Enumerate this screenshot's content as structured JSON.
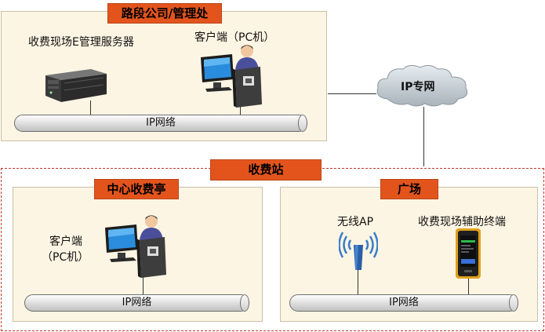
{
  "top_panel": {
    "title": "路段公司/管理处",
    "server_label": "收费现场E管理服务器",
    "client_label": "客户端（PC机）",
    "network_label": "IP网络"
  },
  "cloud_label": "IP专网",
  "station": {
    "title": "收费站",
    "center_booth": {
      "title": "中心收费亭",
      "client_label_line1": "客户端",
      "client_label_line2": "（PC机）",
      "network_label": "IP网络"
    },
    "plaza": {
      "title": "广场",
      "ap_label": "无线AP",
      "terminal_label": "收费现场辅助终端",
      "network_label": "IP网络"
    }
  },
  "icons": [
    "server-icon",
    "pc-user-icon",
    "cloud-icon",
    "wireless-ap-icon",
    "handheld-terminal-icon"
  ]
}
